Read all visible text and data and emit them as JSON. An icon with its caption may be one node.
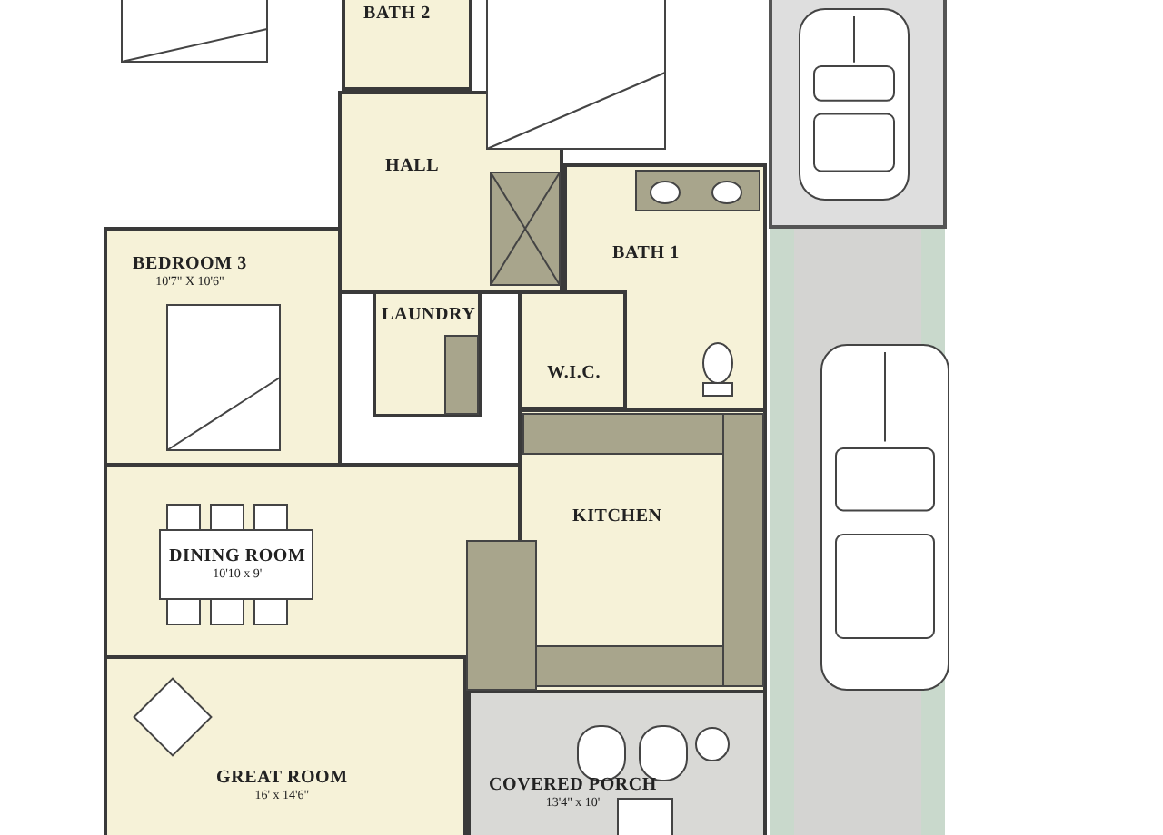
{
  "diagram": {
    "nodes": [
      {
        "text": [
          "BATH 2"
        ]
      },
      {
        "text": [
          "HALL"
        ]
      },
      {
        "text": [
          "BEDROOM 3",
          "10'7\" X 10'6\""
        ]
      },
      {
        "text": [
          "BATH 1"
        ]
      },
      {
        "text": [
          "LAUNDRY"
        ]
      },
      {
        "text": [
          "W.I.C."
        ]
      },
      {
        "text": [
          "KITCHEN"
        ]
      },
      {
        "text": [
          "DINING ROOM",
          "10'10 x 9'"
        ]
      },
      {
        "text": [
          "GREAT ROOM",
          "16' x 14'6\""
        ]
      },
      {
        "text": [
          "COVERED PORCH",
          "13'4\" x 10'"
        ]
      }
    ],
    "edges": []
  }
}
